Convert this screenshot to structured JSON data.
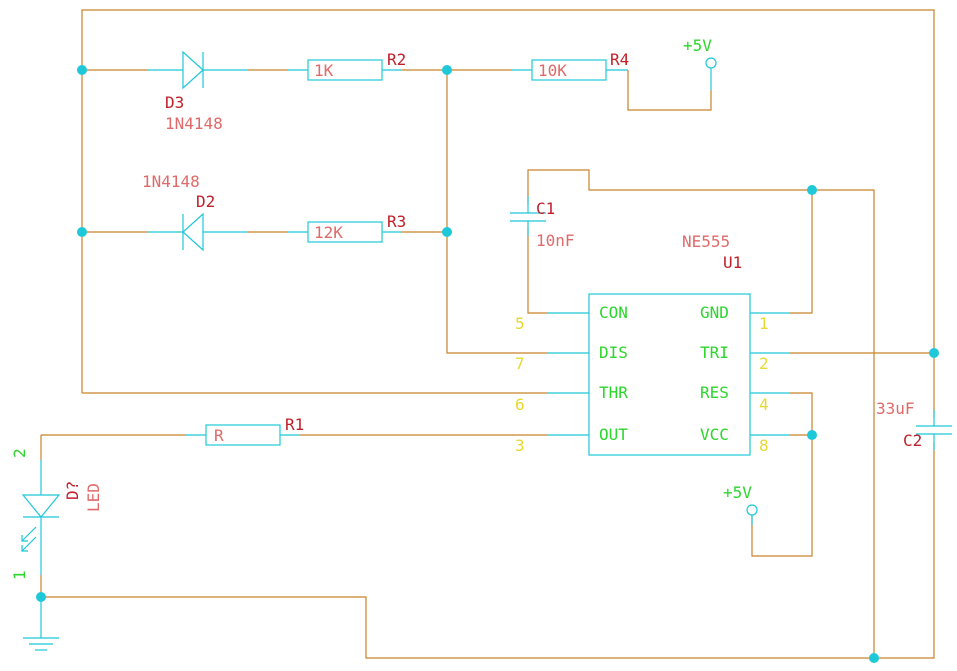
{
  "colors": {
    "wire": "#c8832a",
    "component": "#1ec8d8",
    "junction": "#1ec8d8",
    "reference": "#c0202a",
    "value": "#e06a6a",
    "pin_name": "#2cd62c",
    "pin_number": "#e8d830"
  },
  "components": {
    "d3": {
      "ref": "D3",
      "value": "1N4148"
    },
    "d2": {
      "ref": "D2",
      "value": "1N4148"
    },
    "r2": {
      "ref": "R2",
      "value": "1K"
    },
    "r3": {
      "ref": "R3",
      "value": "12K"
    },
    "r4": {
      "ref": "R4",
      "value": "10K"
    },
    "r1": {
      "ref": "R1",
      "value": "R"
    },
    "c1": {
      "ref": "C1",
      "value": "10nF"
    },
    "c2": {
      "ref": "C2",
      "value": "33uF"
    },
    "u1": {
      "ref": "U1",
      "value": "NE555"
    },
    "led": {
      "ref": "D?",
      "value": "LED",
      "pin_top": "2",
      "pin_bottom": "1"
    }
  },
  "power": {
    "top": "+5V",
    "bottom": "+5V"
  },
  "ic_pins": {
    "left": [
      {
        "name": "CON",
        "number": "5"
      },
      {
        "name": "DIS",
        "number": "7"
      },
      {
        "name": "THR",
        "number": "6"
      },
      {
        "name": "OUT",
        "number": "3"
      }
    ],
    "right": [
      {
        "name": "GND",
        "number": "1"
      },
      {
        "name": "TRI",
        "number": "2"
      },
      {
        "name": "RES",
        "number": "4"
      },
      {
        "name": "VCC",
        "number": "8"
      }
    ]
  }
}
